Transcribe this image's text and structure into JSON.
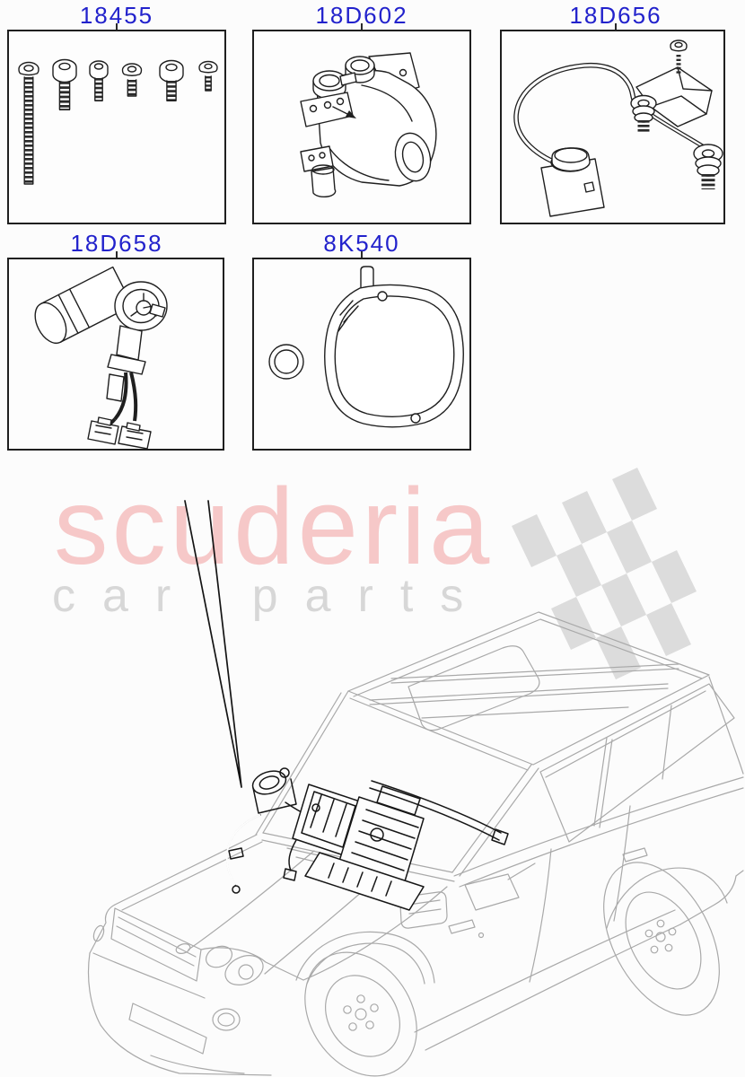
{
  "page": {
    "background_color": "#fcfcfc"
  },
  "catalog": {
    "label_color": "#2222cc",
    "parts": [
      {
        "id": "18455",
        "illustration": "screw-set-illustration"
      },
      {
        "id": "18D602",
        "illustration": "auxiliary-fuel-fired-heater-illustration"
      },
      {
        "id": "18D656",
        "illustration": "pipe-bracket-and-sensor-kit-illustration"
      },
      {
        "id": "18D658",
        "illustration": "pump-with-wiring-connectors-illustration"
      },
      {
        "id": "8K540",
        "illustration": "gasket-and-o-ring-kit-illustration"
      }
    ]
  },
  "vehicle": {
    "illustration": "suv-front-three-quarter-line-art",
    "callout": "engine-bay-location-pointer"
  },
  "watermark": {
    "brand": "scuderia",
    "tagline": "car parts",
    "brand_color": "#f6c8c8",
    "tagline_color": "#d7d7d7",
    "flag_color": "#dcdcdc"
  }
}
